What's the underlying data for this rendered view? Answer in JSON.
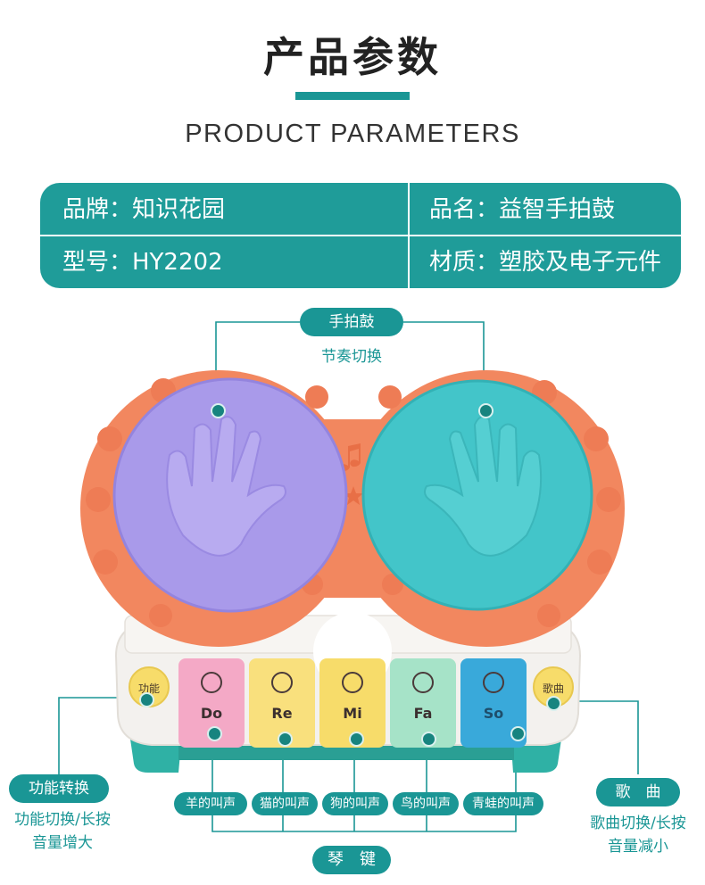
{
  "header": {
    "title": "产品参数",
    "subtitle": "PRODUCT PARAMETERS",
    "accent_color": "#1a9695"
  },
  "params": {
    "brand": "品牌：知识花园",
    "name": "品名：益智手拍鼓",
    "model": "型号：HY2202",
    "material": "材质：塑胶及电子元件"
  },
  "callouts": {
    "drum": {
      "label": "手拍鼓",
      "desc": "节奏切换"
    },
    "function": {
      "label": "功能转换",
      "desc_line1": "功能切换/长按",
      "desc_line2": "音量增大"
    },
    "song": {
      "label": "歌　曲",
      "desc_line1": "歌曲切换/长按",
      "desc_line2": "音量减小"
    },
    "keys": {
      "label": "琴　键"
    }
  },
  "key_sounds": [
    "羊的叫声",
    "猫的叫声",
    "狗的叫声",
    "鸟的叫声",
    "青蛙的叫声"
  ],
  "piano_keys": [
    {
      "note": "Do",
      "color": "#f4a9c6"
    },
    {
      "note": "Re",
      "color": "#f9e07d"
    },
    {
      "note": "Mi",
      "color": "#f7dc6a"
    },
    {
      "note": "Fa",
      "color": "#a6e3c8"
    },
    {
      "note": "So",
      "color": "#39a9da"
    }
  ],
  "buttons": {
    "left": "功能",
    "right": "歌曲"
  },
  "colors": {
    "drum_frame": "#f2875f",
    "drum_left": "#a99aea",
    "drum_right": "#43c5c9",
    "body_white": "#f3f1ee",
    "base_teal": "#2fb1a5"
  },
  "icons": [
    "hand-print-icon",
    "music-note-icon",
    "star-icon",
    "sheep-icon",
    "cat-icon",
    "dog-icon",
    "bird-icon",
    "frog-icon"
  ]
}
